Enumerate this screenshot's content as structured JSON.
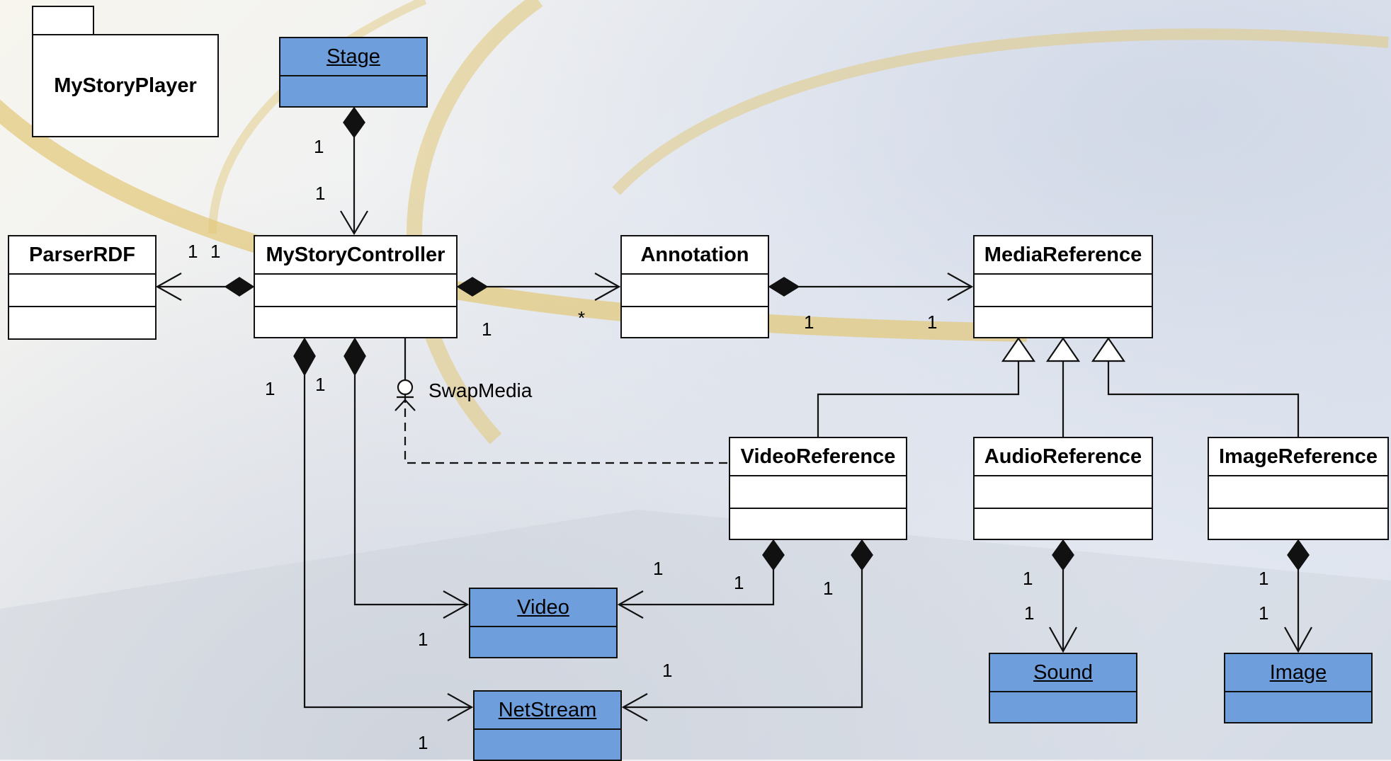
{
  "package": {
    "name": "MyStoryPlayer"
  },
  "classes": {
    "stage": "Stage",
    "parser": "ParserRDF",
    "controller": "MyStoryController",
    "annotation": "Annotation",
    "media_reference": "MediaReference",
    "video_reference": "VideoReference",
    "audio_reference": "AudioReference",
    "image_reference": "ImageReference",
    "video": "Video",
    "netstream": "NetStream",
    "sound": "Sound",
    "image": "Image"
  },
  "interface": {
    "name": "SwapMedia"
  },
  "multiplicities": {
    "stage_top": "1",
    "stage_bottom": "1",
    "parser_left": "1",
    "parser_right": "1",
    "controller_annotation_src": "1",
    "controller_annotation_dst": "*",
    "annotation_media_src": "1",
    "annotation_media_dst": "1",
    "ctrl_netstream": "1",
    "ctrl_video": "1",
    "video_dst": "1",
    "vref_video": "1",
    "vref_video_dst": "1",
    "vref_netstream": "1",
    "netstream_vref_dst": "1",
    "netstream_ctrl_dst": "1",
    "sound_src": "1",
    "sound_dst": "1",
    "image_src": "1",
    "image_dst": "1"
  },
  "colors": {
    "object_fill": "#6e9fdc",
    "class_fill": "#ffffff",
    "line": "#111111",
    "decor_swoosh": "#e2c777"
  }
}
